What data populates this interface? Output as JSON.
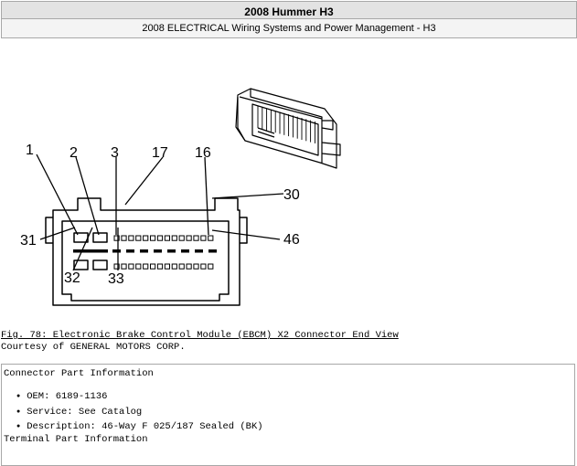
{
  "header": {
    "title": "2008 Hummer H3",
    "subtitle": "2008 ELECTRICAL Wiring Systems and Power Management - H3"
  },
  "diagram": {
    "pin_labels": [
      "1",
      "2",
      "3",
      "17",
      "16",
      "30",
      "31",
      "46",
      "32",
      "33"
    ]
  },
  "figure": {
    "caption": "Fig. 78: Electronic Brake Control Module (EBCM) X2 Connector End View",
    "courtesy": "Courtesy of GENERAL MOTORS CORP."
  },
  "connector_info": {
    "title": "Connector Part Information",
    "items": [
      "OEM: 6189-1136",
      "Service: See Catalog",
      "Description: 46-Way F 025/187 Sealed (BK)"
    ],
    "terminal_title": "Terminal Part Information"
  }
}
